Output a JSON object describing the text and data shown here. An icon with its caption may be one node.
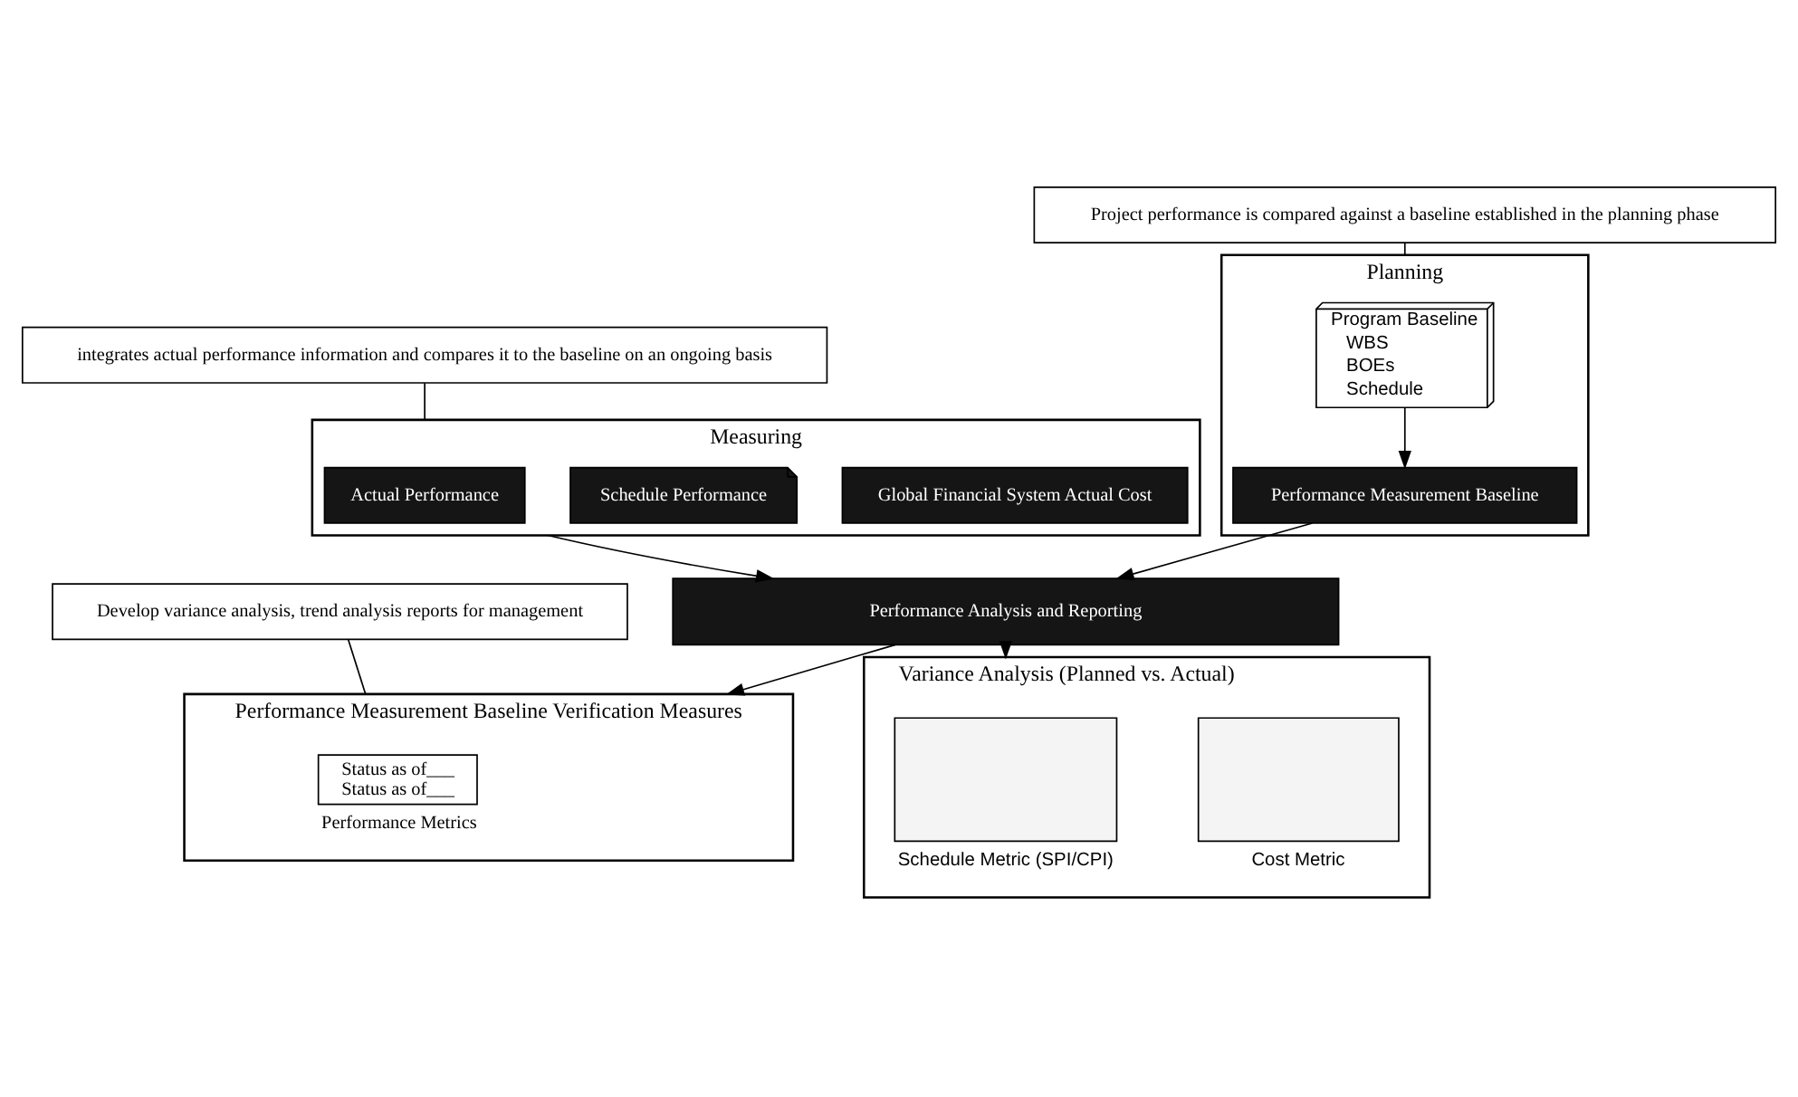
{
  "diagram": {
    "nodes": [
      {
        "text": [
          "Planning"
        ]
      },
      {
        "text": [
          "Program Baseline",
          "WBS",
          "BOEs",
          "Schedule"
        ],
        "in": 0
      },
      {
        "text": [
          "Performance Measurement Baseline"
        ],
        "in": 0
      },
      {
        "text": [
          "Measuring"
        ]
      },
      {
        "text": [
          "Actual Performance"
        ],
        "in": 3
      },
      {
        "text": [
          "Schedule Performance"
        ],
        "in": 3
      },
      {
        "text": [
          "Global Financial System Actual Cost"
        ],
        "in": 3
      },
      {
        "text": [
          "Performance Analysis and Reporting"
        ]
      },
      {
        "text": [
          "Performance Measurement Baseline Verification Measures"
        ]
      },
      {
        "text": [
          "Status as of___",
          "Status as of___"
        ],
        "in": 8,
        "beside": [
          "Performance Metrics"
        ]
      },
      {
        "text": [
          "Variance Analysis (Planned vs. Actual)"
        ]
      },
      {
        "text": [],
        "shape": "box",
        "in": 10,
        "beside": [
          "Schedule Metric (SPI/CPI)"
        ]
      },
      {
        "text": [],
        "shape": "box",
        "in": 10,
        "beside": [
          "Cost Metric"
        ]
      },
      {
        "text": [
          "Project performance is compared against a baseline established in the planning phase"
        ]
      },
      {
        "text": [
          "integrates actual performance information and compares it to the baseline on an ongoing basis"
        ]
      },
      {
        "text": [
          "Develop variance analysis, trend analysis reports for management"
        ]
      }
    ],
    "edges": [
      {
        "from": 1,
        "to": 2,
        "arrow": "to"
      },
      {
        "from": 2,
        "to": 7,
        "arrow": "to"
      },
      {
        "from": 3,
        "to": 7,
        "arrow": "to"
      },
      {
        "from": 7,
        "to": 8,
        "arrow": "to"
      },
      {
        "from": 7,
        "to": 10,
        "arrow": "to"
      },
      {
        "from": 13,
        "to": 0,
        "arrow": "none"
      },
      {
        "from": 14,
        "to": 3,
        "arrow": "none"
      },
      {
        "from": 15,
        "to": 8,
        "arrow": "none"
      }
    ]
  }
}
